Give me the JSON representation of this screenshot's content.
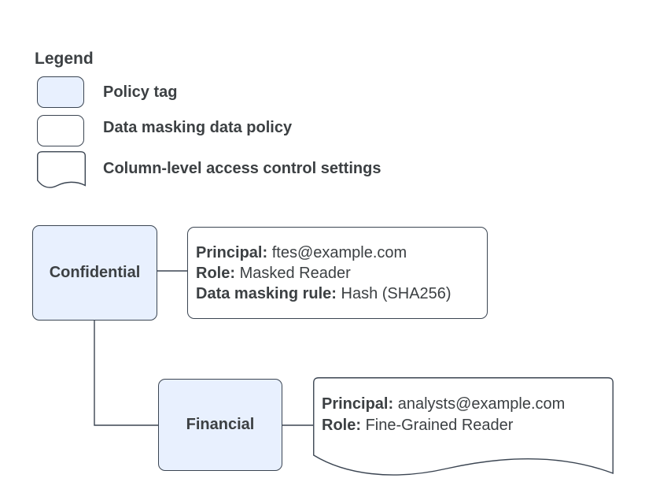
{
  "legend": {
    "title": "Legend",
    "items": [
      {
        "id": "policy-tag",
        "label": "Policy tag"
      },
      {
        "id": "data-masking-policy",
        "label": "Data masking data policy"
      },
      {
        "id": "column-access-settings",
        "label": "Column-level access control settings"
      }
    ]
  },
  "diagram": {
    "confidential": {
      "label": "Confidential"
    },
    "financial": {
      "label": "Financial"
    },
    "masking_policy": {
      "lines": [
        {
          "label": "Principal:",
          "value": "ftes@example.com"
        },
        {
          "label": "Role:",
          "value": "Masked Reader"
        },
        {
          "label": "Data masking rule:",
          "value": "Hash (SHA256)"
        }
      ]
    },
    "access_settings": {
      "lines": [
        {
          "label": "Principal:",
          "value": "analysts@example.com"
        },
        {
          "label": "Role:",
          "value": "Fine-Grained Reader"
        }
      ]
    }
  },
  "colors": {
    "canvas_bg": "#ffffff",
    "policy_tag_fill": "#e8f0fe",
    "node_fill": "#ffffff",
    "node_stroke": "#3b4552",
    "text_color": "#3c4043"
  }
}
